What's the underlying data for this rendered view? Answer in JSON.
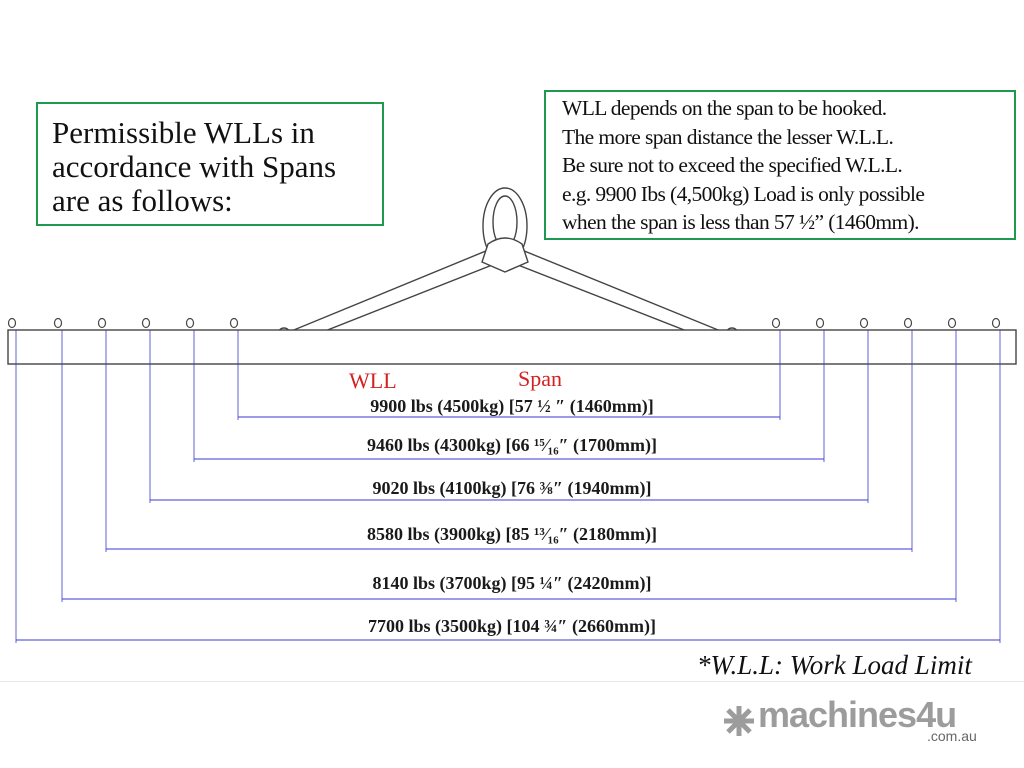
{
  "intro_box": {
    "lines": [
      "Permissible WLLs in",
      "accordance with Spans",
      "are as follows:"
    ]
  },
  "note_box": {
    "lines": [
      "WLL depends on the span to be hooked.",
      "The more span distance the lesser W.L.L.",
      "Be sure not to exceed the specified W.L.L.",
      "e.g. 9900 Ibs (4,500kg) Load is only possible",
      "when the span is less than 57 ½” (1460mm)."
    ]
  },
  "labels": {
    "wll": "WLL",
    "span": "Span"
  },
  "spans": [
    {
      "text": "9900 lbs (4500kg) [57 ½ ″ (1460mm)]",
      "lbs": 9900,
      "kg": 4500,
      "mm": 1460
    },
    {
      "text": "9460 lbs (4300kg) [66 ¹⁵⁄₁₆″ (1700mm)]",
      "lbs": 9460,
      "kg": 4300,
      "mm": 1700
    },
    {
      "text": "9020 lbs (4100kg) [76 ⅜″ (1940mm)]",
      "lbs": 9020,
      "kg": 4100,
      "mm": 1940
    },
    {
      "text": "8580 lbs (3900kg) [85 ¹³⁄₁₆″ (2180mm)]",
      "lbs": 8580,
      "kg": 3900,
      "mm": 2180
    },
    {
      "text": "8140 lbs (3700kg) [95 ¼″ (2420mm)]",
      "lbs": 8140,
      "kg": 3700,
      "mm": 2420
    },
    {
      "text": "7700 lbs (3500kg) [104 ¾″ (2660mm)]",
      "lbs": 7700,
      "kg": 3500,
      "mm": 2660
    }
  ],
  "footnote": "*W.L.L: Work Load Limit",
  "logo": {
    "name": "machines4u",
    "domain": ".com.au"
  },
  "colors": {
    "box_border": "#1e9a4e",
    "dimension_line": "#3a3ad0",
    "label_red": "#d42020"
  }
}
